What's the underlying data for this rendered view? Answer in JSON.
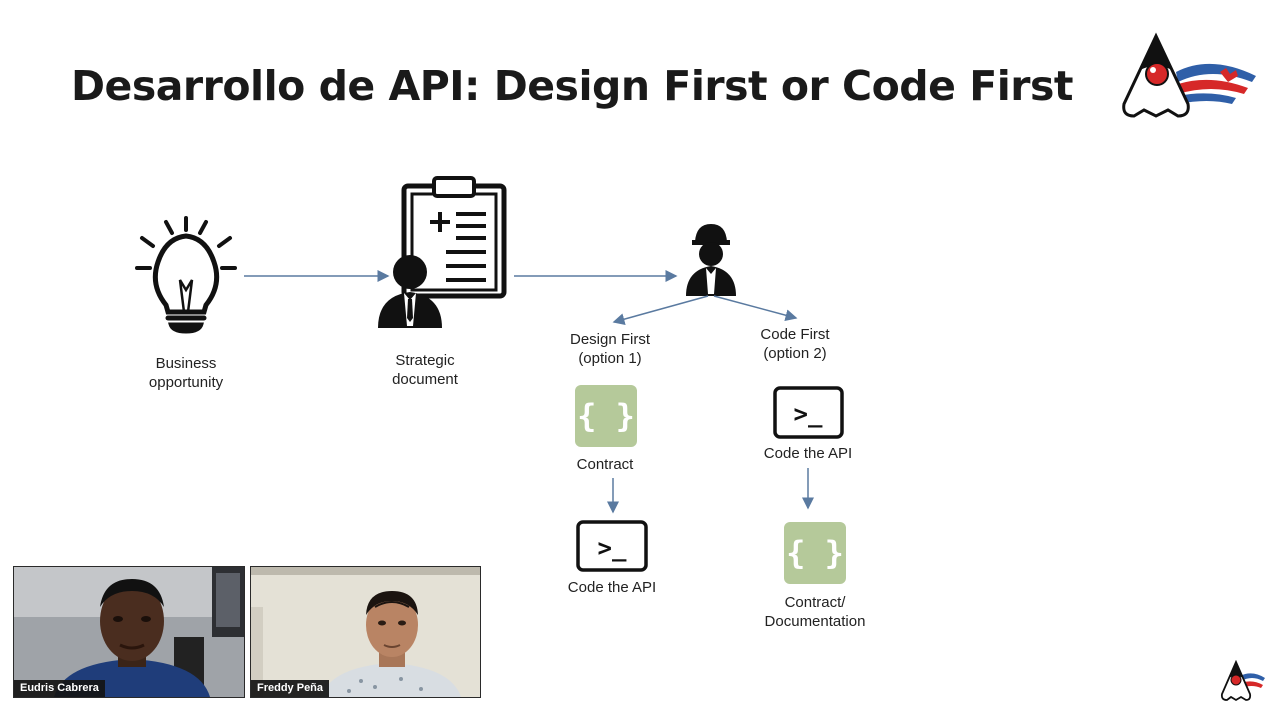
{
  "slide": {
    "title": "Desarrollo de API: Design First or Code First"
  },
  "diagram": {
    "business_line1": "Business",
    "business_line2": "opportunity",
    "strategic_line1": "Strategic",
    "strategic_line2": "document",
    "design_first_line1": "Design First",
    "design_first_line2": "(option 1)",
    "code_first_line1": "Code First",
    "code_first_line2": "(option 2)",
    "contract_label": "Contract",
    "code_api_label_left": "Code the API",
    "code_api_label_right": "Code the API",
    "contract_doc_line1": "Contract/",
    "contract_doc_line2": "Documentation",
    "braces_text": "{ }",
    "terminal_text": ">_"
  },
  "colors": {
    "contract_tile": "#b5c99a",
    "arrow": "#5a7aa0",
    "logo_red": "#d62828",
    "logo_blue": "#2f5fa8"
  },
  "participants": [
    {
      "name": "Eudris Cabrera"
    },
    {
      "name": "Freddy Peña"
    }
  ]
}
